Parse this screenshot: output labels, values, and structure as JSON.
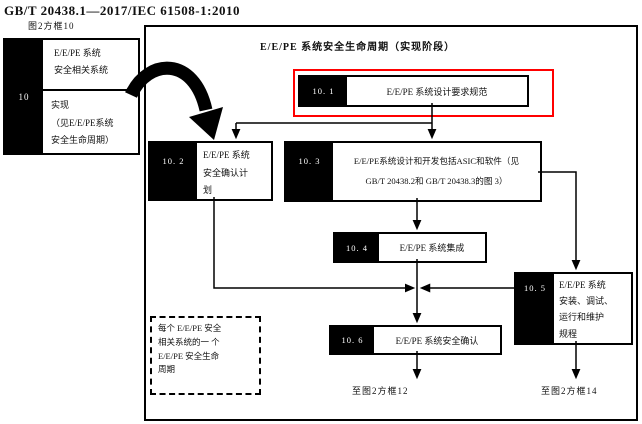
{
  "page": {
    "standard_header": "GB/T 20438.1—2017/IEC 61508-1:2010"
  },
  "source_box": {
    "ref_label": "图2方框10",
    "number": "10",
    "system_text": "E/E/PE 系统\n安全相关系统",
    "realization_text": "实现\n（见E/E/PE系统\n安全生命周期）"
  },
  "diagram": {
    "title": "E/E/PE 系统安全生命周期（实现阶段）",
    "highlight_color": "#ff0000",
    "boxes": [
      {
        "id": "10. 1",
        "label": "E/E/PE 系统设计要求规范",
        "highlighted": true
      },
      {
        "id": "10. 2",
        "label": "E/E/PE 系统\n安全确认计\n划",
        "highlighted": false
      },
      {
        "id": "10. 3",
        "label": "E/E/PE系统设计和开发包括ASIC和软件（见\nGB/T 20438.2和 GB/T 20438.3的图 3）",
        "highlighted": false
      },
      {
        "id": "10. 4",
        "label": "E/E/PE 系统集成",
        "highlighted": false
      },
      {
        "id": "10. 5",
        "label": "E/E/PE 系统\n安装、调试、\n运行和维护\n规程",
        "highlighted": false
      },
      {
        "id": "10. 6",
        "label": "E/E/PE 系统安全确认",
        "highlighted": false
      }
    ],
    "note": "每个 E/E/PE 安全\n相关系统的一 个\nE/E/PE 安全生命\n周期",
    "exits": [
      {
        "label": "至图2方框12"
      },
      {
        "label": "至图2方框14"
      }
    ]
  }
}
